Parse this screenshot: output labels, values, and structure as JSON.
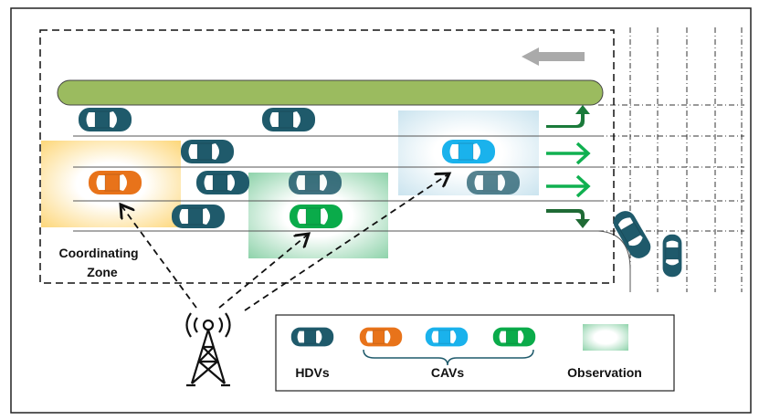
{
  "zone_label": {
    "line1": "Coordinating",
    "line2": "Zone"
  },
  "legend": {
    "hdv_label": "HDVs",
    "cav_label": "CAVs",
    "observation_label": "Observation"
  },
  "colors": {
    "hdv": "#1f5a6b",
    "cav_orange": "#e8731a",
    "cav_blue": "#1ab2ec",
    "cav_green": "#0aab4a",
    "median": "#9bbb5f",
    "arrow_dark_green": "#1a7a3a",
    "arrow_green": "#10b050",
    "flow_arrow": "#aaaaaa"
  }
}
